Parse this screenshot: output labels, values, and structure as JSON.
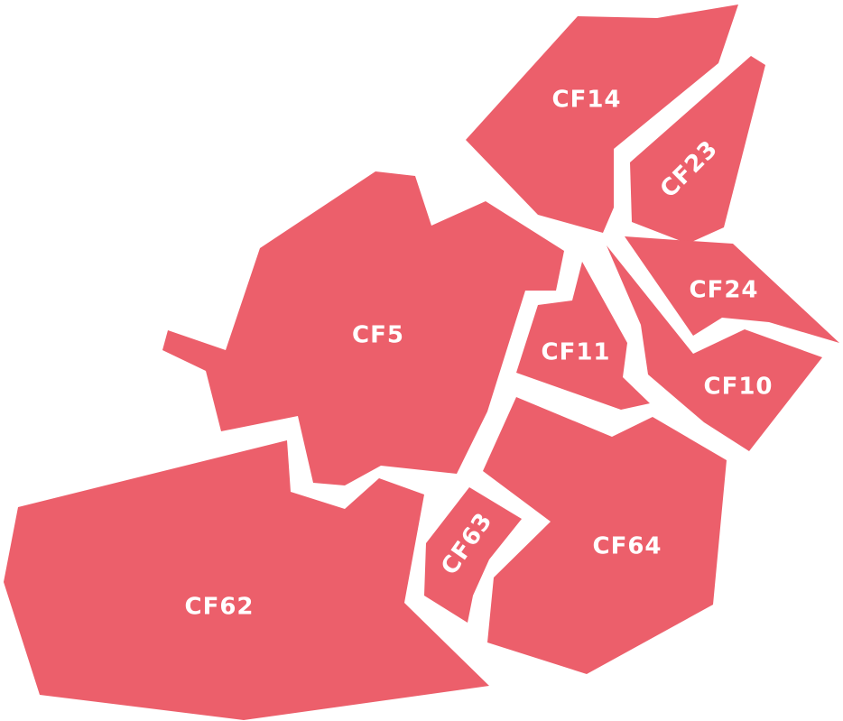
{
  "map": {
    "fill_color": "#EC5F6B",
    "background_color": "#FFFFFF",
    "districts": [
      {
        "id": "cf14",
        "label": "CF14"
      },
      {
        "id": "cf23",
        "label": "CF23"
      },
      {
        "id": "cf5",
        "label": "CF5"
      },
      {
        "id": "cf11",
        "label": "CF11"
      },
      {
        "id": "cf24",
        "label": "CF24"
      },
      {
        "id": "cf10",
        "label": "CF10"
      },
      {
        "id": "cf62",
        "label": "CF62"
      },
      {
        "id": "cf63",
        "label": "CF63"
      },
      {
        "id": "cf64",
        "label": "CF64"
      }
    ]
  }
}
